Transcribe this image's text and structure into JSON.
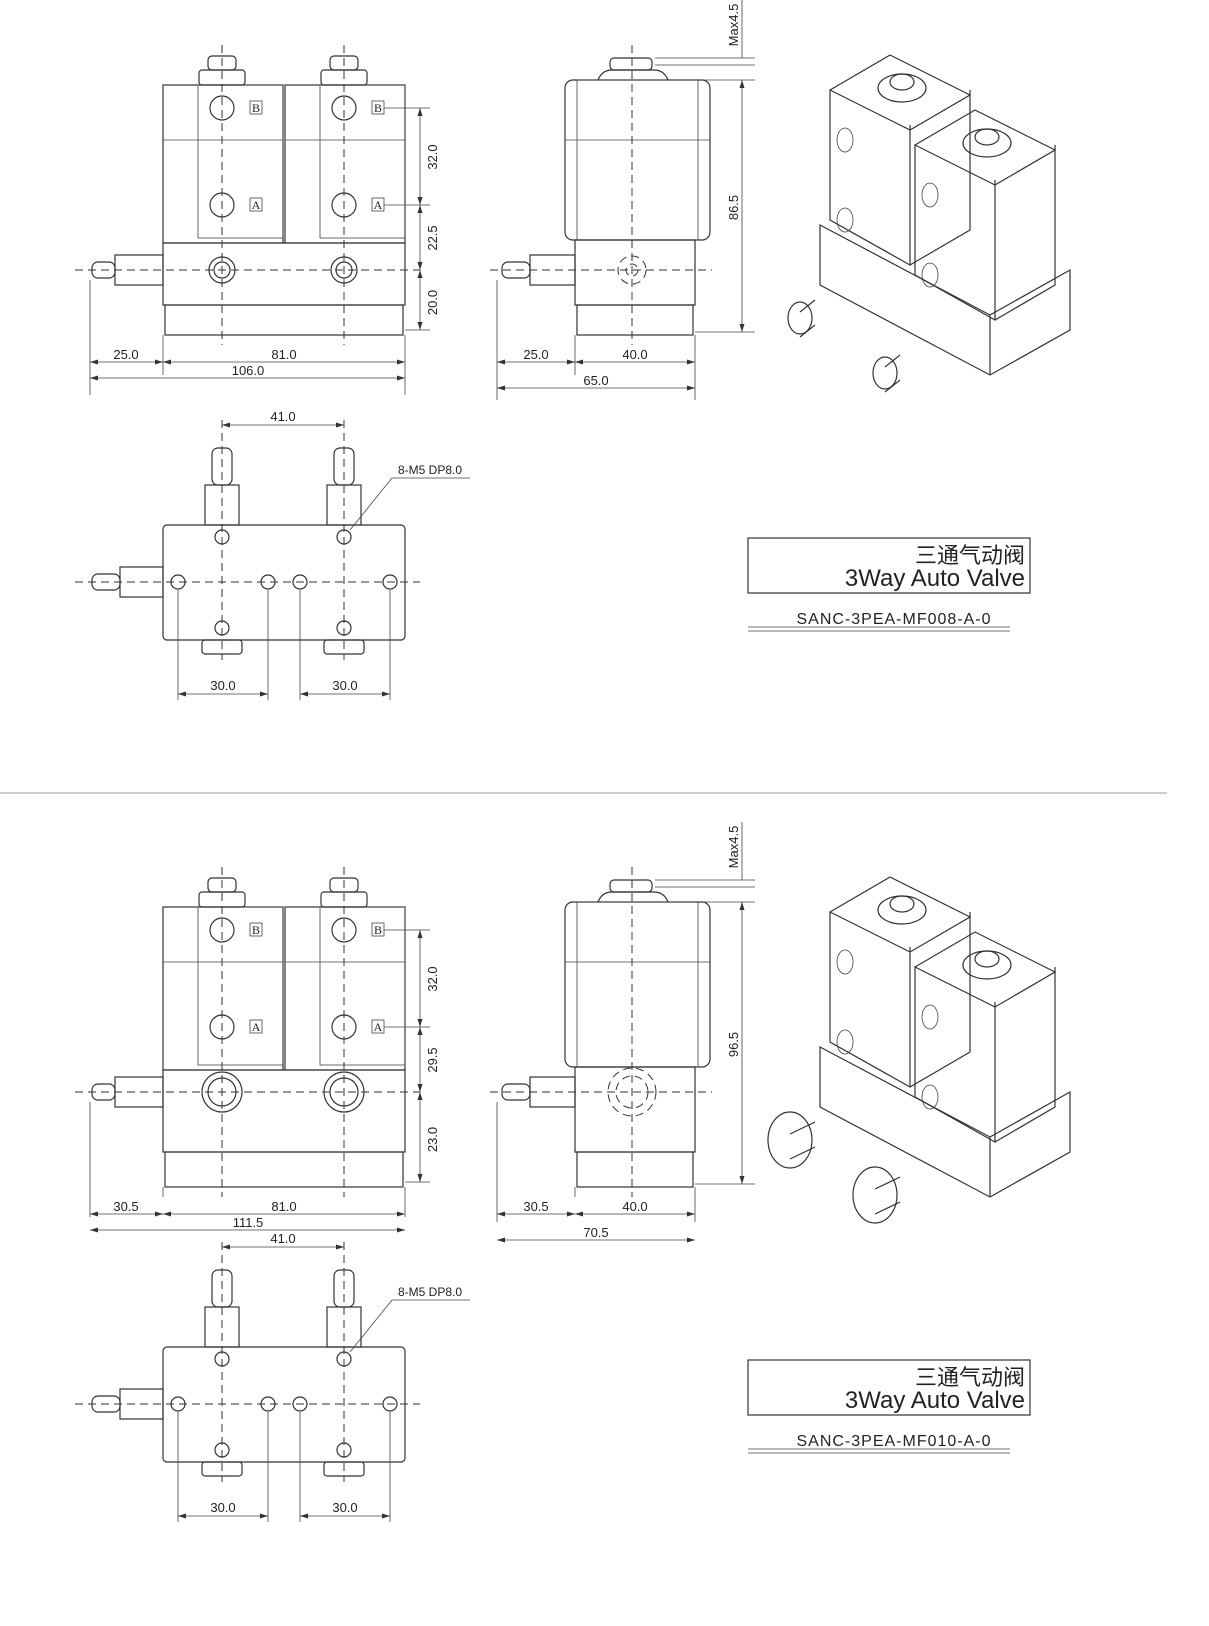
{
  "sections": [
    {
      "front": {
        "b_to_a": "32.0",
        "a_to_center": "22.5",
        "center_to_bottom": "20.0",
        "fitting": "25.0",
        "body": "81.0",
        "total": "106.0"
      },
      "side": {
        "max_stroke": "Max4.5",
        "height": "86.5",
        "fitting": "25.0",
        "body": "40.0",
        "total": "65.0"
      },
      "bottom": {
        "spacing": "41.0",
        "thread": "8-M5 DP8.0",
        "pitch_left": "30.0",
        "pitch_right": "30.0"
      },
      "port_labels": {
        "b": "B",
        "a": "A"
      },
      "title_cn": "三通气动阀",
      "title_en": "3Way Auto Valve",
      "part_no": "SANC-3PEA-MF008-A-0"
    },
    {
      "front": {
        "b_to_a": "32.0",
        "a_to_center": "29.5",
        "center_to_bottom": "23.0",
        "fitting": "30.5",
        "body": "81.0",
        "total": "111.5"
      },
      "side": {
        "max_stroke": "Max4.5",
        "height": "96.5",
        "fitting": "30.5",
        "body": "40.0",
        "total": "70.5"
      },
      "bottom": {
        "spacing": "41.0",
        "thread": "8-M5 DP8.0",
        "pitch_left": "30.0",
        "pitch_right": "30.0"
      },
      "port_labels": {
        "b": "B",
        "a": "A"
      },
      "title_cn": "三通气动阀",
      "title_en": "3Way Auto Valve",
      "part_no": "SANC-3PEA-MF010-A-0"
    }
  ]
}
